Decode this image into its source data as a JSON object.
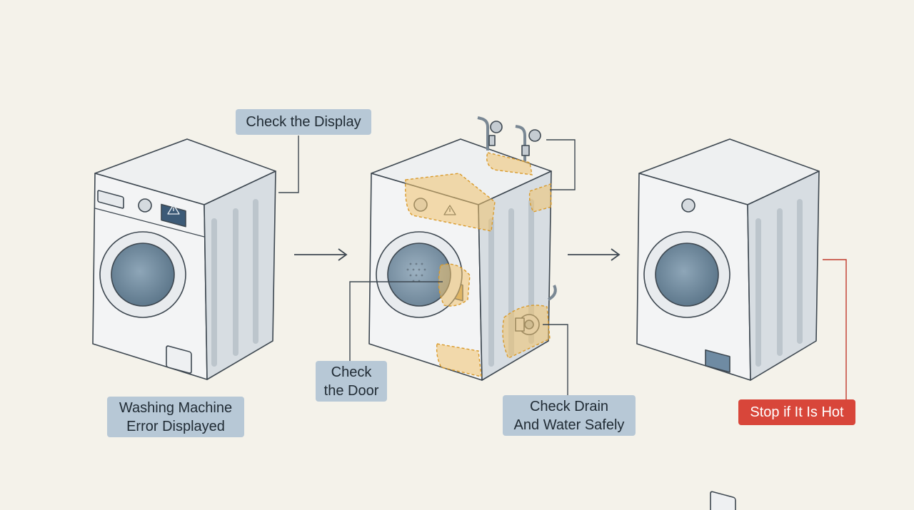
{
  "labels": {
    "check_display": "Check the Display",
    "check_door_line1": "Check",
    "check_door_line2": "the Door",
    "error_line1": "Washing Machine",
    "error_line2": "Error Displayed",
    "drain_line1": "Check Drain",
    "drain_line2": "And Water Safely",
    "stop_hot": "Stop if It Is Hot"
  },
  "icons": {
    "display_warning": "warning-triangle-icon",
    "flow_arrow": "right-arrow-icon",
    "water_tap": "water-tap-icon",
    "drain_pump": "drain-pump-icon"
  },
  "colors": {
    "background": "#f4f2ea",
    "label_fill": "#b7c8d6",
    "warning_label_fill": "#d8463a",
    "highlight": "#f0c36d",
    "warning_line": "#c0392b",
    "outline": "#3d4750"
  }
}
